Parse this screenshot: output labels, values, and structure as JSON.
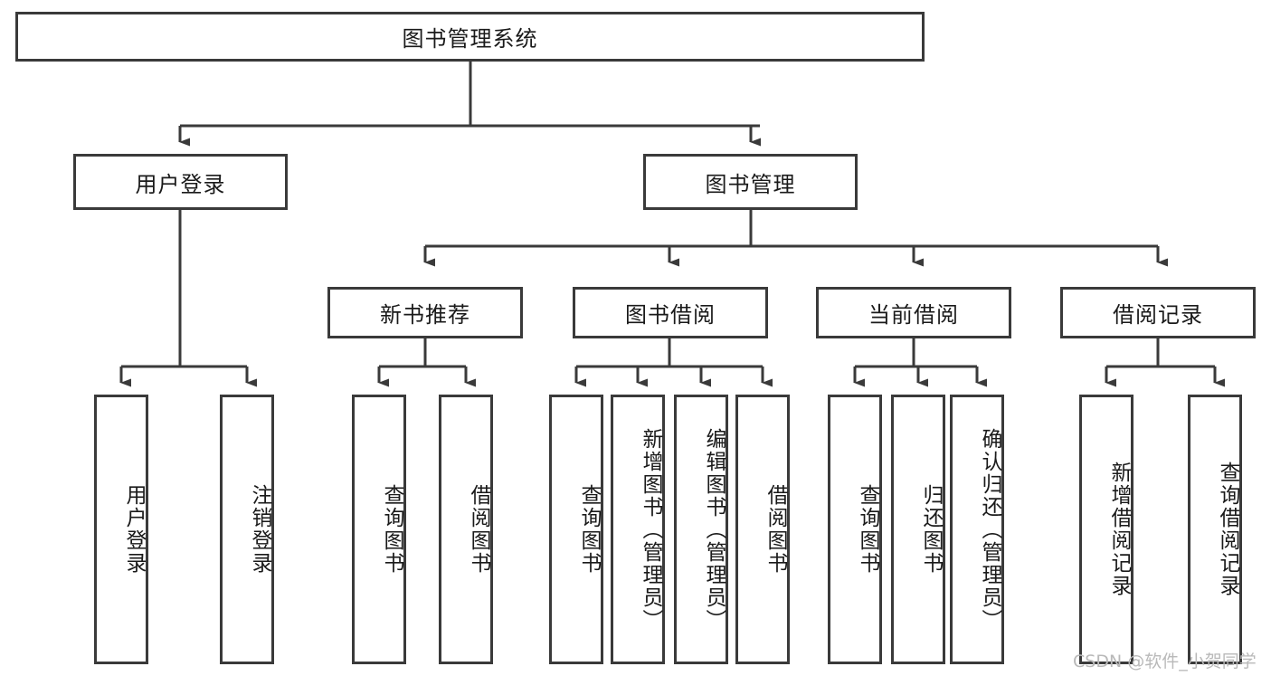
{
  "diagram": {
    "type": "tree-hierarchy",
    "title": "图书管理系统",
    "root": {
      "label": "图书管理系统"
    },
    "level2": [
      {
        "id": "user-login",
        "label": "用户登录"
      },
      {
        "id": "book-management",
        "label": "图书管理"
      }
    ],
    "level3": [
      {
        "id": "new-book-recommend",
        "label": "新书推荐",
        "parent": "book-management"
      },
      {
        "id": "book-borrow",
        "label": "图书借阅",
        "parent": "book-management"
      },
      {
        "id": "current-borrow",
        "label": "当前借阅",
        "parent": "book-management"
      },
      {
        "id": "borrow-record",
        "label": "借阅记录",
        "parent": "book-management"
      }
    ],
    "leaves": {
      "user-login": [
        {
          "id": "leaf-user-login",
          "label": "用户登录"
        },
        {
          "id": "leaf-logout-login",
          "label": "注销登录"
        }
      ],
      "new-book-recommend": [
        {
          "id": "leaf-query-book-1",
          "label": "查询图书"
        },
        {
          "id": "leaf-borrow-book-1",
          "label": "借阅图书"
        }
      ],
      "book-borrow": [
        {
          "id": "leaf-query-book-2",
          "label": "查询图书"
        },
        {
          "id": "leaf-add-book",
          "label": "新增图书（管理员）"
        },
        {
          "id": "leaf-edit-book",
          "label": "编辑图书（管理员）"
        },
        {
          "id": "leaf-borrow-book-2",
          "label": "借阅图书"
        }
      ],
      "current-borrow": [
        {
          "id": "leaf-query-book-3",
          "label": "查询图书"
        },
        {
          "id": "leaf-return-book",
          "label": "归还图书"
        },
        {
          "id": "leaf-confirm-return",
          "label": "确认归还（管理员）"
        }
      ],
      "borrow-record": [
        {
          "id": "leaf-add-record",
          "label": "新增借阅记录"
        },
        {
          "id": "leaf-query-record",
          "label": "查询借阅记录"
        }
      ]
    }
  },
  "watermark": {
    "text": "CSDN @软件_小贺同学"
  },
  "colors": {
    "border": "#3a3a3a",
    "text": "#1a1a1a",
    "background": "#ffffff",
    "watermark": "#b9b9b9"
  }
}
